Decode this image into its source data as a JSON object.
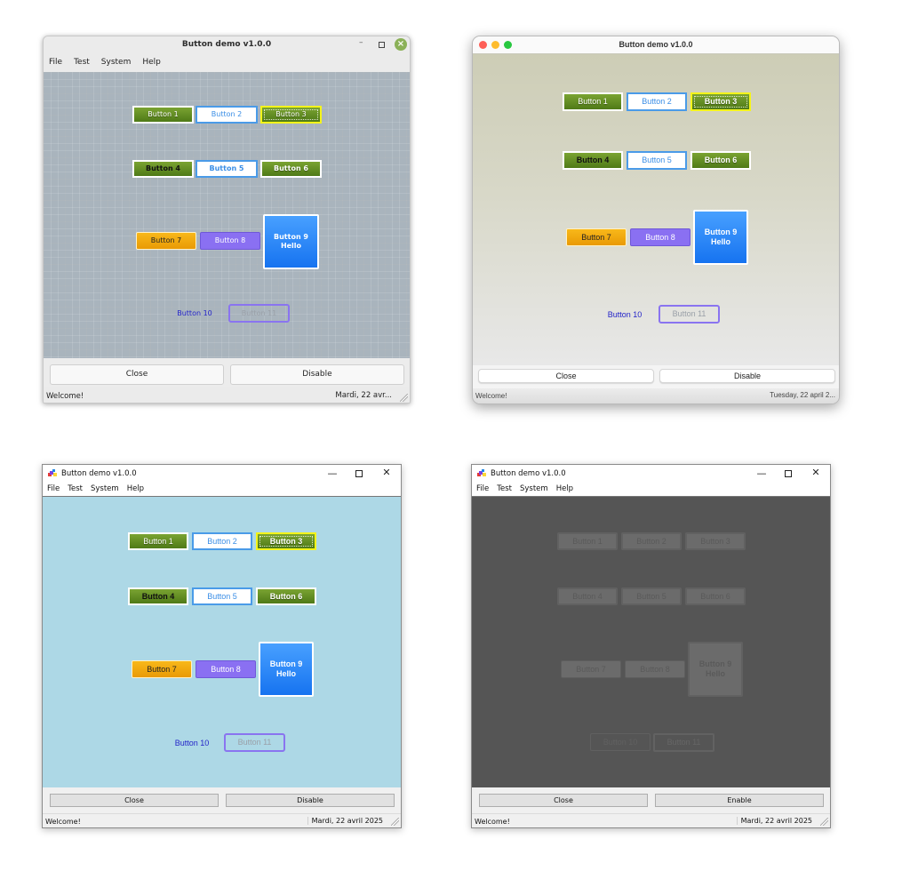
{
  "windows": [
    {
      "platform": "linux",
      "title": "Button demo v1.0.0",
      "menu": [
        "File",
        "Test",
        "System",
        "Help"
      ],
      "buttons": [
        "Button 1",
        "Button 2",
        "Button 3",
        "Button 4",
        "Button 5",
        "Button 6",
        "Button 7",
        "Button 8",
        "Button 9\nHello",
        "Button 10",
        "Button 11"
      ],
      "close_label": "Close",
      "toggle_label": "Disable",
      "status_left": "Welcome!",
      "status_right": "Mardi, 22 avr..."
    },
    {
      "platform": "macos",
      "title": "Button demo v1.0.0",
      "buttons": [
        "Button 1",
        "Button 2",
        "Button 3",
        "Button 4",
        "Button 5",
        "Button 6",
        "Button 7",
        "Button 8",
        "Button 9\nHello",
        "Button 10",
        "Button 11"
      ],
      "close_label": "Close",
      "toggle_label": "Disable",
      "status_left": "Welcome!",
      "status_right": "Tuesday, 22 april 2..."
    },
    {
      "platform": "windows",
      "title": "Button demo v1.0.0",
      "menu": [
        "File",
        "Test",
        "System",
        "Help"
      ],
      "buttons": [
        "Button 1",
        "Button 2",
        "Button 3",
        "Button 4",
        "Button 5",
        "Button 6",
        "Button 7",
        "Button 8",
        "Button 9\nHello",
        "Button 10",
        "Button 11"
      ],
      "close_label": "Close",
      "toggle_label": "Disable",
      "status_left": "Welcome!",
      "status_right": "Mardi, 22 avril 2025"
    },
    {
      "platform": "windows-disabled",
      "title": "Button demo v1.0.0",
      "menu": [
        "File",
        "Test",
        "System",
        "Help"
      ],
      "buttons": [
        "Button 1",
        "Button 2",
        "Button 3",
        "Button 4",
        "Button 5",
        "Button 6",
        "Button 7",
        "Button 8",
        "Button 9\nHello",
        "Button 10",
        "Button 11"
      ],
      "close_label": "Close",
      "toggle_label": "Enable",
      "status_left": "Welcome!",
      "status_right": "Mardi, 22 avril 2025"
    }
  ],
  "icons": {
    "linux_minimize": "–",
    "linux_close": "×",
    "win_minimize": "—",
    "win_close": "✕"
  },
  "colors": {
    "linux_canvas": "#a9b4bd",
    "mac_canvas_top": "#cdcdb6",
    "win_canvas": "#add8e6",
    "win_disabled_canvas": "#555555",
    "green_button": "#5f8a22",
    "blue_button": "#1e7ef5",
    "purple_button": "#8a70f2",
    "orange_button": "#f0a80d",
    "focus_border": "#f4f41a",
    "link_text": "#2323c8"
  }
}
